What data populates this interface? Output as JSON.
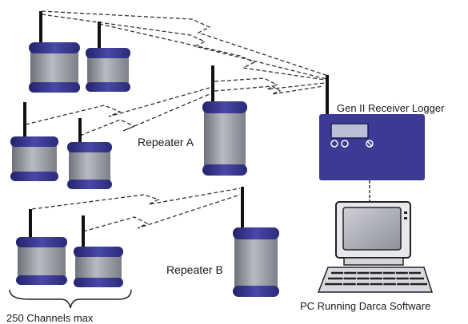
{
  "labels": {
    "receiver": "Gen II Receiver Logger",
    "repeater_a": "Repeater A",
    "repeater_b": "Repeater B",
    "pc": "PC Running Darca Software",
    "channels": "250 Channels max"
  },
  "colors": {
    "transmitter_body": "#9d9fa6",
    "transmitter_cap": "#3a3a8c",
    "receiver_body": "#3b3b96",
    "antenna": "#111111",
    "radio_link": "#333333"
  },
  "icons": {
    "transmitter": "transmitter-icon",
    "repeater": "repeater-icon",
    "receiver": "receiver-logger-icon",
    "pc": "computer-icon"
  }
}
